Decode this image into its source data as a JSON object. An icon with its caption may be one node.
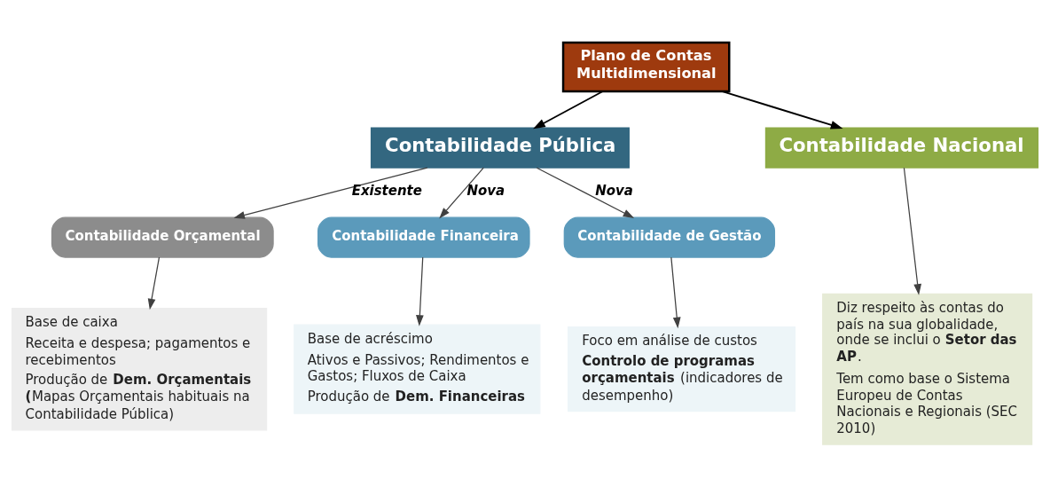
{
  "diagram": {
    "nodes": [
      {
        "text": [
          "Plano de Contas Multidimensional"
        ]
      },
      {
        "text": [
          "Contabilidade Pública"
        ]
      },
      {
        "text": [
          "Contabilidade Nacional"
        ]
      },
      {
        "text": [
          "Contabilidade Orçamental"
        ]
      },
      {
        "text": [
          "Contabilidade Financeira"
        ]
      },
      {
        "text": [
          "Contabilidade de Gestão"
        ]
      },
      {
        "text": [
          "Base de caixa",
          "Receita e despesa; pagamentos e recebimentos",
          "Produção de **Dem. Orçamentais (**Mapas Orçamentais habituais na Contabilidade Pública)"
        ]
      },
      {
        "text": [
          "Base de acréscimo",
          "Ativos e Passivos; Rendimentos e Gastos; Fluxos de Caixa",
          "Produção de **Dem. Financeiras**"
        ]
      },
      {
        "text": [
          "Foco em análise de custos",
          "**Controlo de programas orçamentais** (indicadores de desempenho)"
        ]
      },
      {
        "text": [
          "Diz respeito às contas do país na sua globalidade, onde se inclui o **Setor das AP**.",
          "Tem como base o Sistema Europeu de Contas Nacionais e Regionais (SEC 2010)"
        ]
      }
    ],
    "edges": [
      {
        "from": 0,
        "to": 1,
        "arrow": "to"
      },
      {
        "from": 0,
        "to": 2,
        "arrow": "to"
      },
      {
        "from": 1,
        "to": 3,
        "arrow": "to",
        "label": "Existente"
      },
      {
        "from": 1,
        "to": 4,
        "arrow": "to",
        "label": "Nova"
      },
      {
        "from": 1,
        "to": 5,
        "arrow": "to",
        "label": "Nova"
      },
      {
        "from": 3,
        "to": 6,
        "arrow": "to"
      },
      {
        "from": 4,
        "to": 7,
        "arrow": "to"
      },
      {
        "from": 5,
        "to": 8,
        "arrow": "to"
      },
      {
        "from": 2,
        "to": 9,
        "arrow": "to"
      }
    ]
  }
}
